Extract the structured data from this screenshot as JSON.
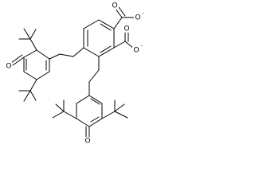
{
  "structure": {
    "atom_symbols": {
      "oxygen": "O",
      "charge_minus": "-"
    },
    "carboxylate_1": {
      "oxygen_carbonyl": "O",
      "oxygen_anion": "O",
      "charge": "-"
    },
    "carboxylate_2": {
      "oxygen_carbonyl": "O",
      "oxygen_anion": "O",
      "charge": "-"
    },
    "ketone_top_left": {
      "oxygen": "O"
    },
    "ketone_bottom": {
      "oxygen": "O"
    },
    "colors": {
      "bond": "#000000",
      "background": "#ffffff",
      "text": "#000000"
    }
  }
}
